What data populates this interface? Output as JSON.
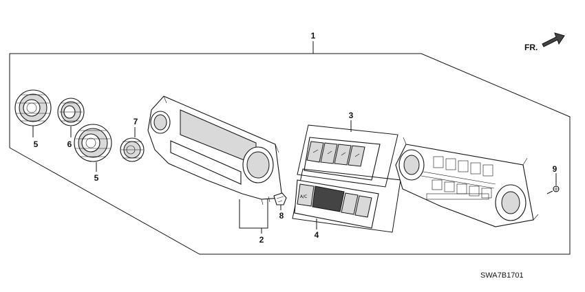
{
  "diagram": {
    "callouts": {
      "c1": "1",
      "c2": "2",
      "c3": "3",
      "c4": "4",
      "c5a": "5",
      "c5b": "5",
      "c6": "6",
      "c7": "7",
      "c8": "8",
      "c9": "9"
    },
    "direction_label": "FR.",
    "diagram_code": "SWA7B1701",
    "button_label_ac": "A/C"
  }
}
